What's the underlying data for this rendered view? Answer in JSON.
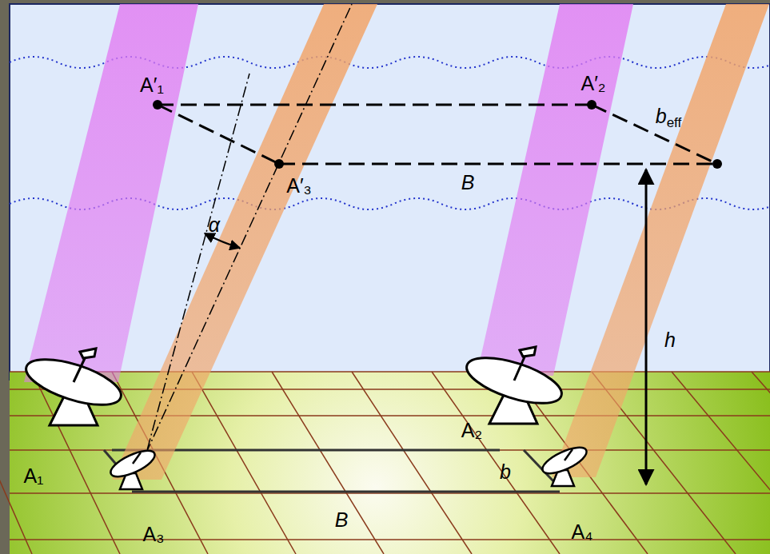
{
  "diagram": {
    "labels": [
      "A′₁",
      "A′₂",
      "beff",
      "A′₃",
      "B",
      "α",
      "h",
      "A₂",
      "b",
      "A₁",
      "A₃",
      "B",
      "A₄"
    ]
  }
}
